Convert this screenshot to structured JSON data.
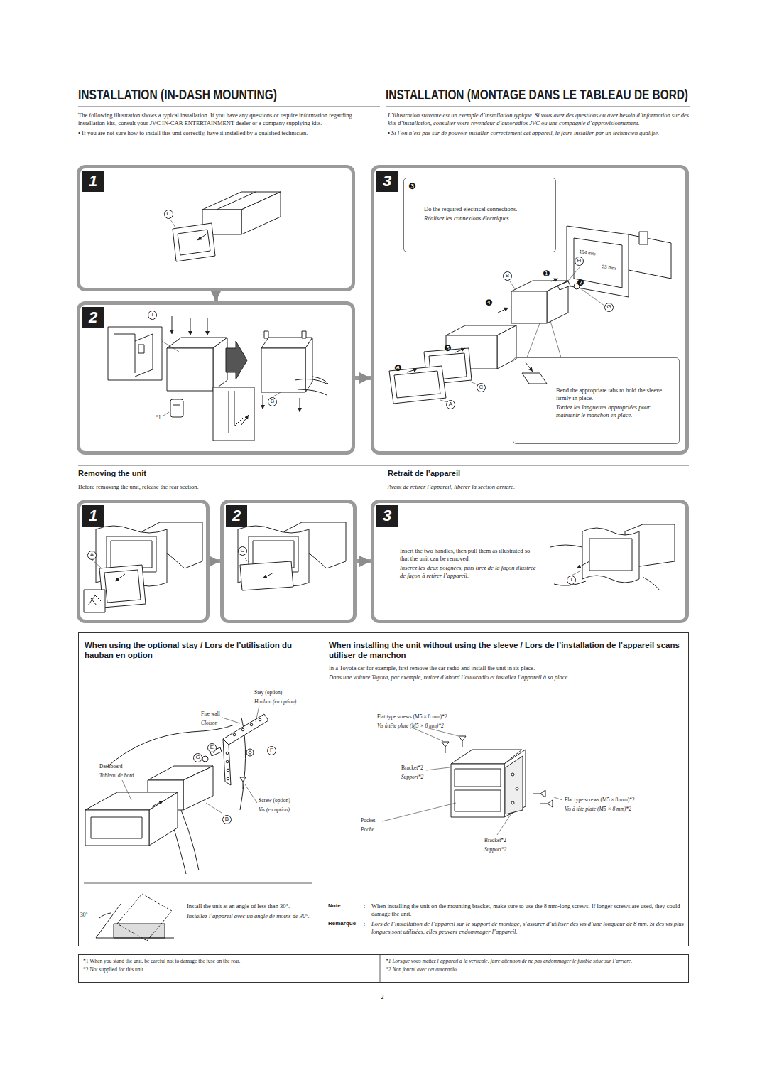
{
  "diagram": {
    "title": "INSTALLATION (IN-DASH MOUNTING)",
    "nodes": [
      {
        "text": [
          "1"
        ]
      },
      {
        "text": [
          "2"
        ]
      },
      {
        "text": [
          "3"
        ]
      },
      {
        "text": [
          "❸",
          "Do the required electrical connections.",
          "Réalisez les connexions électriques."
        ],
        "in": 2
      },
      {
        "text": [
          "Bend the appropriate tabs to hold the sleeve firmly in place.",
          "Tordez les languettes appropriées pour maintenir le manchon en place."
        ],
        "in": 2
      },
      {
        "text": [
          "1"
        ]
      },
      {
        "text": [
          "2"
        ]
      },
      {
        "text": [
          "3",
          "Insert the two handles, then pull them as illustrated so that the unit can be removed.",
          "Insérez les deux poignées, puis tirez de la façon illustrée de façon à retirer l’appareil."
        ]
      },
      {
        "text": [
          "When using the optional stay / Lors de l’utilisation du hauban en option",
          "When installing the unit without using the sleeve / Lors de l’installation de l’appareil scans utiliser de manchon",
          "In a Toyota car for example, first remove the car radio and install the unit in its place.",
          "Dans une voiture Toyota, par exemple, retirez d’abord l’autoradio et installez l’appareil à sa place."
        ]
      },
      {
        "text": [
          "*1 When you stand the unit, be careful not to damage the fuse on the rear.",
          "*2 Not supplied for this unit.",
          "*1 Lorsque vous mettez l’appareil à la verticale, faire attention de ne pas endommager le fusible situé sur l’arrière.",
          "*2 Non fourni avec cet autoradio."
        ]
      }
    ],
    "edges": [
      {
        "from": 0,
        "to": 1,
        "arrow": "to"
      },
      {
        "from": 1,
        "to": 2,
        "arrow": "to"
      },
      {
        "from": 5,
        "to": 6,
        "arrow": "to"
      },
      {
        "from": 6,
        "to": 7,
        "arrow": "to"
      }
    ],
    "labels": [
      "INSTALLATION (MONTAGE DANS LE TABLEAU DE BORD)",
      "The following illustration shows a typical installation. If you have any questions or require information regarding installation kits, consult your JVC IN-CAR ENTERTAINMENT dealer or a company supplying kits.",
      "• If you are not sure how to install this unit correctly, have it installed by a qualified technician.",
      "L’illustration suivante est un exemple d’installation typique. Si vous avez des questions ou avez besoin d’information sur des kits d’installation, consulter votre revendeur d’autoradios JVC ou une compagnie d’approvisionnement.",
      "• Si l’on n’est pas sûr de pouvoir installer correctement cet appareil, le faire installer par un technicien qualifié.",
      "C",
      "I",
      "B",
      "*1",
      "H",
      "B",
      "❶",
      "❷",
      "G",
      "❹",
      "❺",
      "❻",
      "C",
      "A",
      "184 mm",
      "53 mm",
      "Removing the unit",
      "Before removing the unit, release the rear section.",
      "Retrait de l’appareil",
      "Avant de retirer l’appareil, libérer la section arrière.",
      "A",
      "C",
      "I",
      "Stay (option)",
      "Hauban (en option)",
      "Fire wall",
      "Cloison",
      "E",
      "F",
      "G",
      "Dashboard",
      "Tableau de bord",
      "Screw (option)",
      "Vis (en option)",
      "B",
      "30°",
      "Install the unit at an angle of less than 30°.",
      "Installez l’appareil avec un angle de moins de 30°.",
      "Flat type screws (M5 × 8 mm)*2",
      "Vis à tête plate (M5 × 8 mm)*2",
      "Bracket*2",
      "Support*2",
      "Flat type screws (M5 × 8 mm)*2",
      "Vis à tête plate (M5 × 8 mm)*2",
      "Pocket",
      "Poche",
      "Bracket*2",
      "Support*2",
      "Note",
      ":",
      "When installing the unit on the mounting bracket, make sure to use the 8 mm-long screws. If longer screws are used, they could damage the unit.",
      "Remarque",
      ":",
      "Lors de l’installation de l’appareil sur le support de montage, s’assurer d’utiliser des vis d’une longueur de 8 mm. Si des vis plus longues sont utilisées, elles peuvent endommager l’appareil.",
      "2"
    ]
  }
}
